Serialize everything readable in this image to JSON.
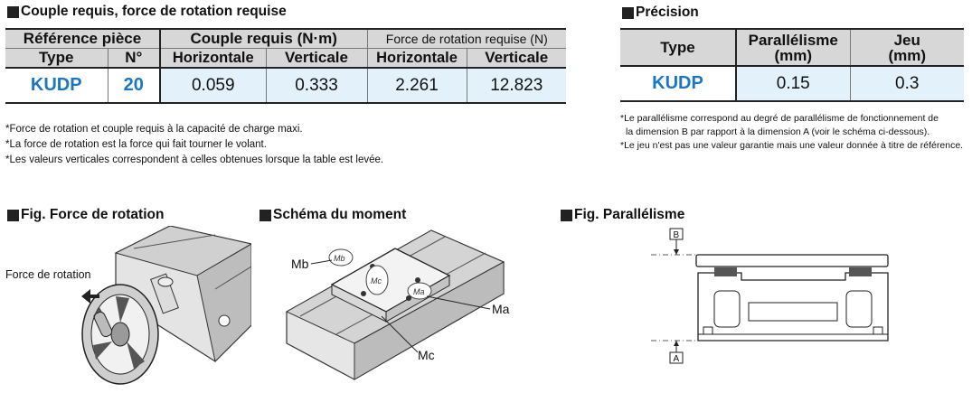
{
  "couple": {
    "title": "Couple requis, force de rotation requise",
    "h_ref": "Référence pièce",
    "h_couple": "Couple requis (N·m)",
    "h_force": "Force de rotation requise (N)",
    "h_type": "Type",
    "h_no": "N°",
    "h_horiz1": "Horizontale",
    "h_vert1": "Verticale",
    "h_horiz2": "Horizontale",
    "h_vert2": "Verticale",
    "row": {
      "type": "KUDP",
      "no": "20",
      "c_h": "0.059",
      "c_v": "0.333",
      "f_h": "2.261",
      "f_v": "12.823"
    },
    "notes": [
      "*Force de rotation et couple requis à la capacité de charge maxi.",
      "*La force de rotation est la force qui fait tourner le volant.",
      "*Les valeurs verticales correspondent à celles obtenues lorsque la table est levée."
    ]
  },
  "precision": {
    "title": "Précision",
    "h_type": "Type",
    "h_par": "Parallélisme",
    "h_par_unit": "(mm)",
    "h_jeu": "Jeu",
    "h_jeu_unit": "(mm)",
    "row": {
      "type": "KUDP",
      "par": "0.15",
      "jeu": "0.3"
    },
    "notes": [
      "*Le parallélisme correspond au degré de parallélisme de fonctionnement de",
      "la dimension B par rapport à la dimension A (voir le schéma ci-dessous).",
      "*Le jeu n'est pas une valeur garantie mais une valeur donnée à titre de référence."
    ]
  },
  "figs": {
    "force_title": "Fig. Force de rotation",
    "force_label": "Force de rotation",
    "moment_title": "Schéma du moment",
    "ma": "Ma",
    "mb": "Mb",
    "mc": "Mc",
    "par_title": "Fig. Parallélisme",
    "label_a": "A",
    "label_b": "B"
  }
}
